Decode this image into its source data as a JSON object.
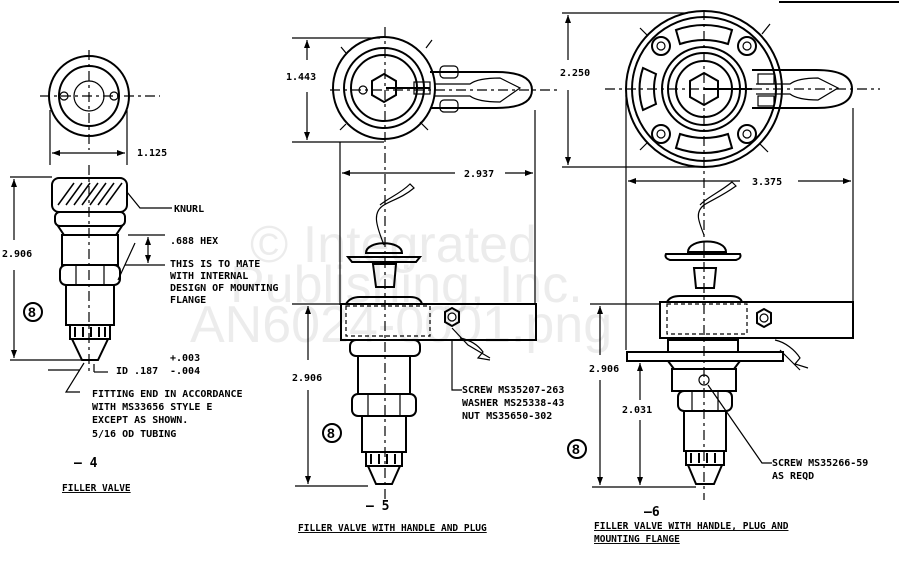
{
  "watermark": {
    "line1": "© Integrated",
    "line2": "Publishing, Inc.",
    "line3": "AN6024-0001.png"
  },
  "views": [
    {
      "dash_number": "– 4",
      "caption": "FILLER VALVE",
      "dimensions": {
        "width": "1.125",
        "height": "2.906",
        "hex": ".688 HEX",
        "id": "ID .187",
        "tol_plus": "+.003",
        "tol_minus": "-.004"
      },
      "callouts": {
        "knurl": "KNURL",
        "mate_note": [
          "THIS IS TO MATE",
          "WITH INTERNAL",
          "DESIGN OF MOUNTING",
          "FLANGE"
        ],
        "fitting_note": [
          "FITTING END IN ACCORDANCE",
          "WITH MS33656 STYLE E",
          "EXCEPT AS SHOWN.",
          "5/16 OD TUBING"
        ]
      },
      "note_marker": "8"
    },
    {
      "dash_number": "– 5",
      "caption": "FILLER VALVE WITH HANDLE AND PLUG",
      "dimensions": {
        "flange_height": "1.443",
        "handle_length": "2.937",
        "height": "2.906"
      },
      "callouts": {
        "hardware": [
          "SCREW MS35207-263",
          "WASHER MS25338-43",
          "NUT MS35650-302"
        ]
      },
      "note_marker": "8"
    },
    {
      "dash_number": "–6",
      "caption_line1": "FILLER VALVE WITH HANDLE, PLUG AND",
      "caption_line2": "MOUNTING FLANGE",
      "dimensions": {
        "flange_height": "2.250",
        "handle_length": "3.375",
        "height": "2.906",
        "lower_height": "2.031"
      },
      "callouts": {
        "screw": [
          "SCREW MS35266-59",
          "AS REQD"
        ]
      },
      "note_marker": "8"
    }
  ]
}
